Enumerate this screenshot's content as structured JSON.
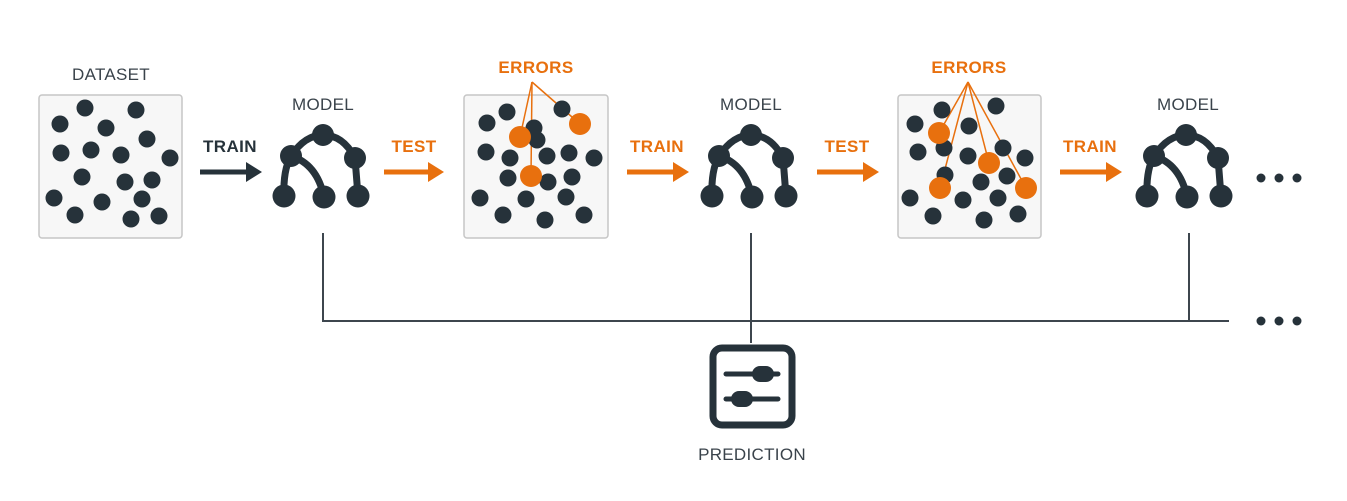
{
  "colors": {
    "dark": "#26323a",
    "orange": "#e8700e",
    "box_border": "#c6c6c6",
    "box_fill": "#f7f7f7",
    "line": "#3d464e"
  },
  "labels": {
    "dataset": "DATASET",
    "model_1": "MODEL",
    "model_2": "MODEL",
    "model_3": "MODEL",
    "errors_1": "ERRORS",
    "errors_2": "ERRORS",
    "train_1": "TRAIN",
    "test_1": "TEST",
    "train_2": "TRAIN",
    "test_2": "TEST",
    "train_3": "TRAIN",
    "prediction": "PREDICTION"
  },
  "icons": {
    "tree": "tree-model-icon",
    "prediction": "sliders-icon",
    "ellipsis": "ellipsis-icon"
  }
}
